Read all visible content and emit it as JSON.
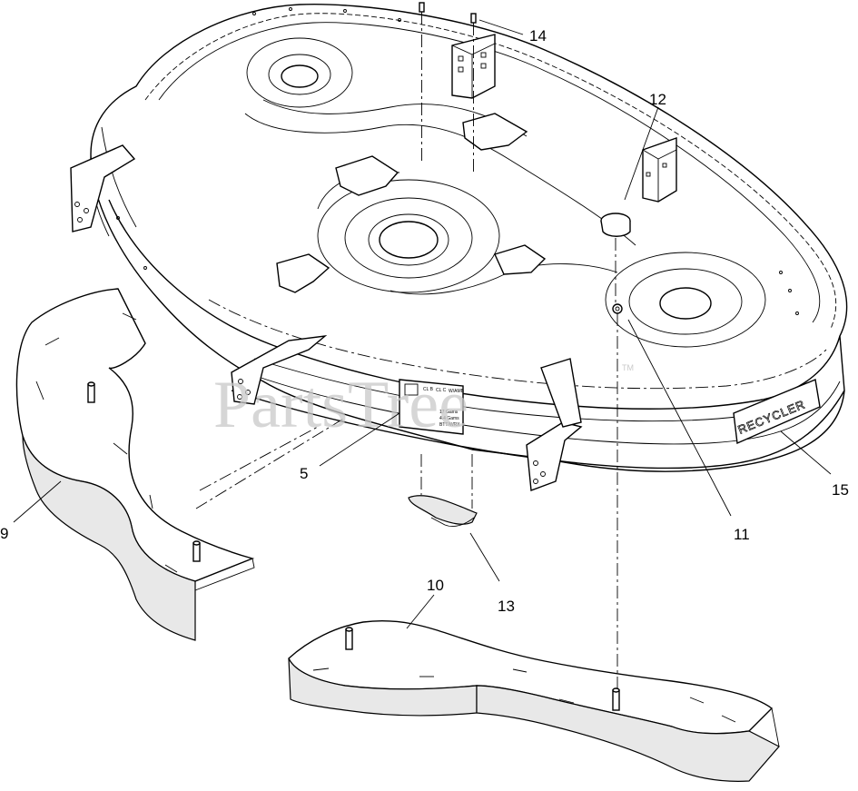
{
  "watermark": {
    "text": "PartsTree",
    "trademark": "TM"
  },
  "callouts": [
    {
      "id": "c5",
      "label": "5"
    },
    {
      "id": "c9",
      "label": "9"
    },
    {
      "id": "c10",
      "label": "10"
    },
    {
      "id": "c11",
      "label": "11"
    },
    {
      "id": "c12",
      "label": "12"
    },
    {
      "id": "c13",
      "label": "13"
    },
    {
      "id": "c14",
      "label": "14"
    },
    {
      "id": "c15",
      "label": "15"
    }
  ],
  "decal": {
    "lines": [
      "CL B",
      "CL C",
      "W/AMB",
      "17 Gams",
      "4.4 Gams",
      "BTT/WRX"
    ]
  },
  "recycler_label": "RECYCLER",
  "colors": {
    "line": "#000000",
    "background": "#ffffff",
    "watermark": "#c9c9c9"
  }
}
